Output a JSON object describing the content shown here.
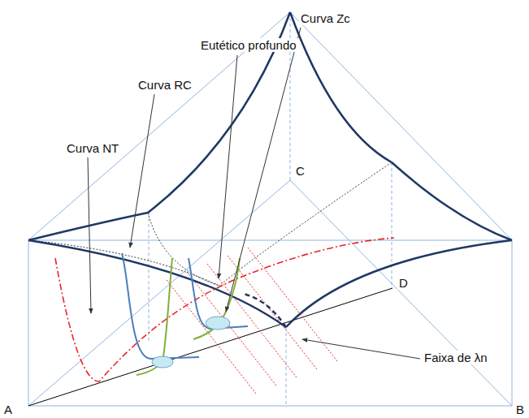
{
  "diagram": {
    "labels": [
      "Curva Zc",
      "Eutético profundo",
      "Curva RC",
      "C",
      "Curva NT",
      "D",
      "Faixa de λn",
      "A",
      "B"
    ]
  }
}
